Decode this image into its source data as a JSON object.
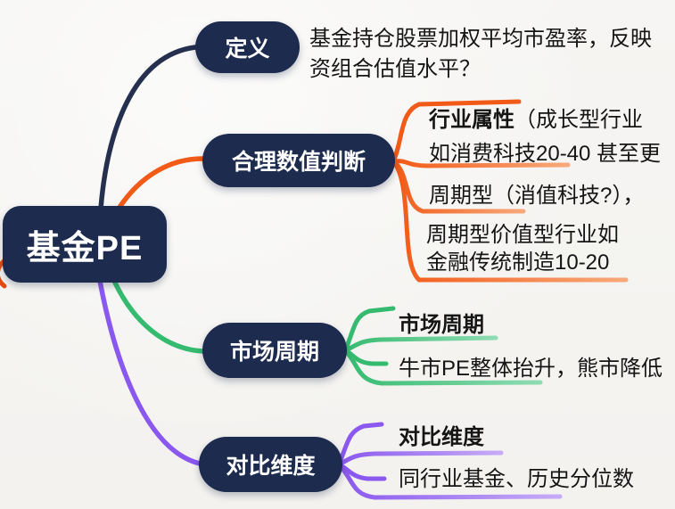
{
  "root": {
    "label": "基金PE"
  },
  "branches": {
    "definition": {
      "label": "定义",
      "note_line1": "基金持仓股票加权平均市盈率，反映",
      "note_line2": "资组合估值水平？"
    },
    "judgement": {
      "label": "合理数值判断",
      "item1_title": "行业属性",
      "item1_rest": "（成长型行业",
      "item1_line2": "如消费科技20-40 甚至更",
      "item2_text": "周期型（消值科技?），",
      "item3_line1": "周期型价值型行业如",
      "item3_line2": "金融传统制造10-20"
    },
    "market_cycle": {
      "label": "市场周期",
      "item1_title": "市场周期",
      "item2_text": "牛市PE整体抬升，熊市降低"
    },
    "comparison": {
      "label": "对比维度",
      "item1_title": "对比维度",
      "item2_text": "同行业基金、历史分位数"
    }
  },
  "colors": {
    "node_fill": "#1c2b4e",
    "node_text": "#ffffff",
    "branch_definition": "#25304f",
    "branch_judgement": "#f25a17",
    "branch_market": "#35bb70",
    "branch_comparison": "#8a58ee",
    "edge_accent_red": "#e44b12",
    "background": "#f5f4f2",
    "text": "#151515"
  }
}
